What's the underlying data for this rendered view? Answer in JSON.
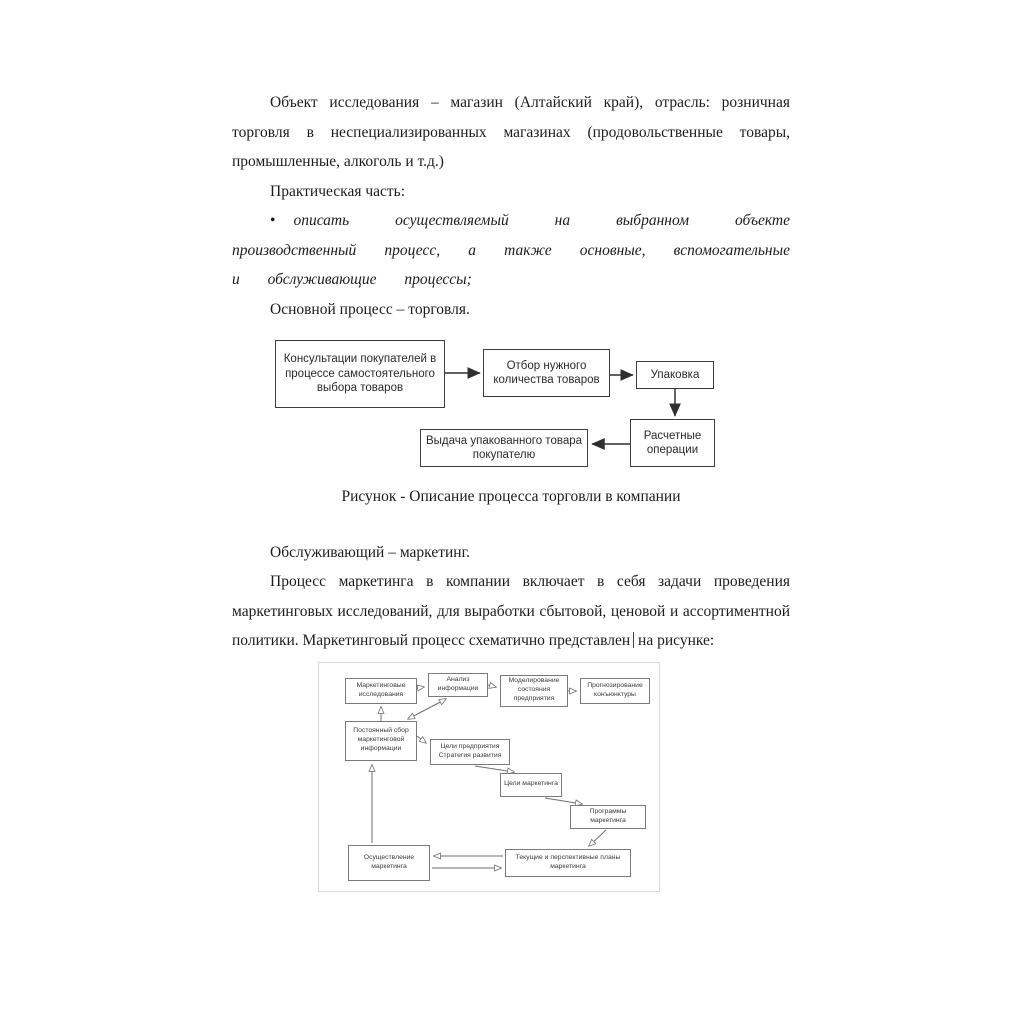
{
  "colors": {
    "ink": "#1c1c1c",
    "flow_border": "#3c3c3c",
    "mini_border": "#7a7a7a"
  },
  "doc": {
    "p1": "Объект исследования – магазин (Алтайский край), отрасль: розничная торговля в неспециализированных магазинах (продовольственные товары, промышленные, алкоголь и т.д.)",
    "p2": "Практическая часть:",
    "bullet_glyph": "•",
    "bullet_text": "описать осуществляемый на выбранном объекте производственный процесс, а также основные, вспомогательные и обслуживающие процессы;",
    "p3": "Основной процесс – торговля.",
    "fig1_caption": "Рисунок - Описание процесса торговли в компании",
    "p4": "Обслуживающий – маркетинг.",
    "p5a": "Процесс маркетинга в компании включает в себя задачи проведения маркетинговых исследований, для выработки сбытовой, ценовой и ассортиментной политики. Маркетинговый процесс схематично представлен",
    "p5b": "на рисунке:"
  },
  "diagram1": {
    "boxes": {
      "consult": "Консультации покупателей в процессе самостоятельного выбора товаров",
      "select": "Отбор нужного количества товаров",
      "pack": "Упаковка",
      "calc": "Расчетные операции",
      "handout": "Выдача упакованного товара покупателю"
    }
  },
  "diagram2": {
    "boxes": {
      "research": "Маркетинговые исследования",
      "analysis": "Анализ информации",
      "modeling": "Моделирование состояния предприятия",
      "forecast": "Прогнозирование конъюнктуры",
      "collection": "Постоянный сбор маркетинговой информации",
      "goals_enterprise": "Цели предприятия Стратегия развития",
      "goals_marketing": "Цели маркетинга",
      "programs": "Программы маркетинга",
      "implementation": "Осуществление маркетинга",
      "plans": "Текущие и перспективные планы маркетинга"
    }
  }
}
